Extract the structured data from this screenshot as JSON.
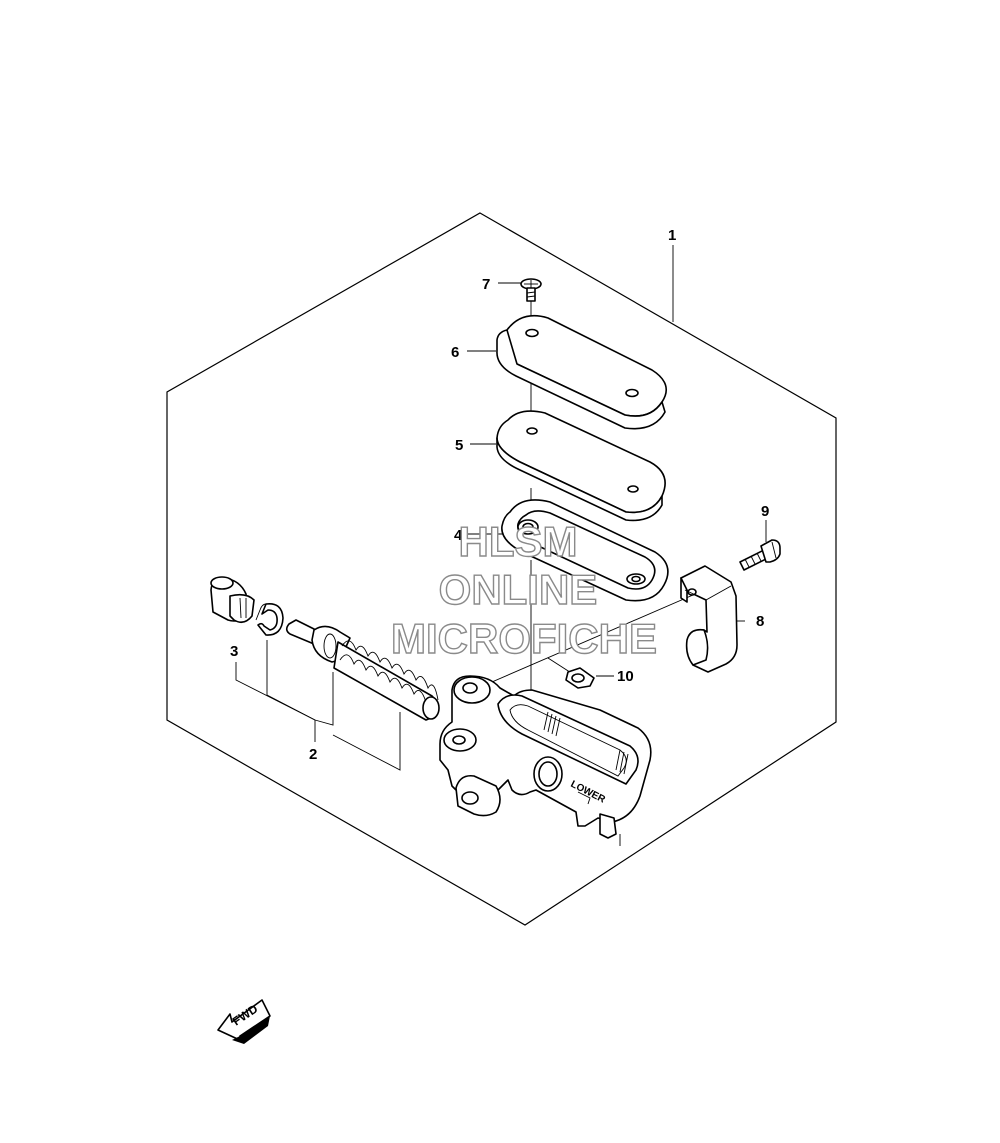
{
  "callouts": {
    "c1": "1",
    "c2": "2",
    "c3": "3",
    "c4": "4",
    "c5": "5",
    "c6": "6",
    "c7": "7",
    "c8": "8",
    "c9": "9",
    "c10": "10"
  },
  "fwd_label": "FWD",
  "body_stamp": "LOWER",
  "watermark": {
    "line1": "HLSM",
    "line2": "ONLINE",
    "line3": "MICROFICHE"
  }
}
